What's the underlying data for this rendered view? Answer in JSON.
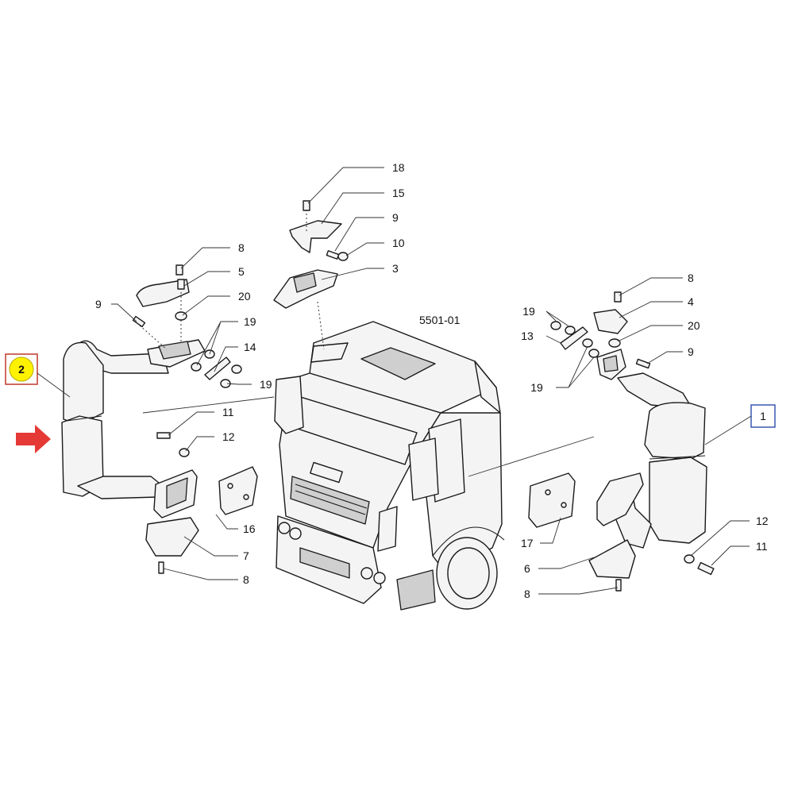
{
  "diagram": {
    "reference_code": "5501-01",
    "highlighted_item": "2",
    "highlight_color": "#fff200",
    "highlight_border_color": "#c0392b",
    "boxed_item": "1",
    "boxed_border_color": "#1c3fa8",
    "arrow_color": "#e53935",
    "callouts": {
      "c18": "18",
      "c15": "15",
      "c9a": "9",
      "c10": "10",
      "c3": "3",
      "c8a": "8",
      "c5": "5",
      "c20a": "20",
      "c9b": "9",
      "c19a": "19",
      "c14": "14",
      "c19b": "19",
      "c11a": "11",
      "c12a": "12",
      "c16": "16",
      "c7": "7",
      "c8b": "8",
      "c8c": "8",
      "c4": "4",
      "c19c": "19",
      "c13": "13",
      "c20b": "20",
      "c9c": "9",
      "c19d": "19",
      "c17": "17",
      "c6": "6",
      "c8d": "8",
      "c12b": "12",
      "c11b": "11"
    }
  }
}
